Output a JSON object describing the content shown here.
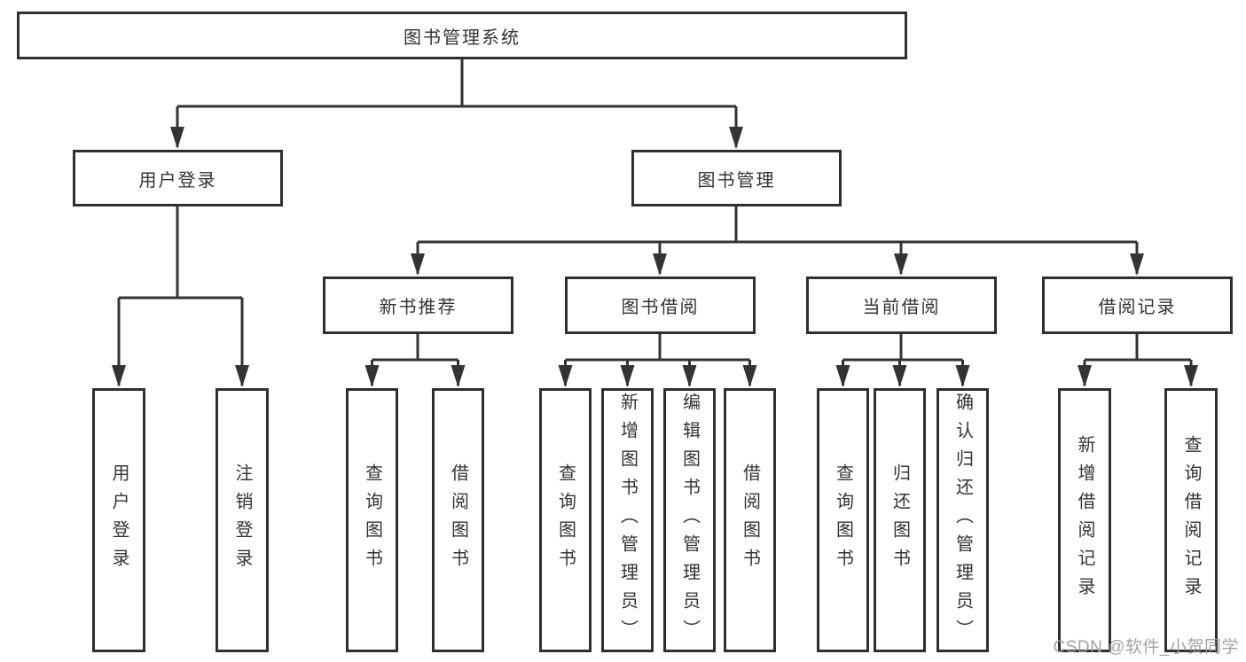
{
  "diagram": {
    "root": "图书管理系统",
    "level2": [
      {
        "label": "用户登录"
      },
      {
        "label": "图书管理"
      }
    ],
    "level3": [
      {
        "label": "新书推荐"
      },
      {
        "label": "图书借阅"
      },
      {
        "label": "当前借阅"
      },
      {
        "label": "借阅记录"
      }
    ],
    "leaves": {
      "user_login": [
        "用户登录",
        "注销登录"
      ],
      "new_books": [
        "查询图书",
        "借阅图书"
      ],
      "book_borrow": [
        "查询图书",
        "新增图书（管理员）",
        "编辑图书（管理员）",
        "借阅图书"
      ],
      "current_borrow": [
        "查询图书",
        "归还图书",
        "确认归还（管理员）"
      ],
      "borrow_records": [
        "新增借阅记录",
        "查询借阅记录"
      ]
    },
    "line_color": "#333333",
    "box_border_color": "#2f2f2f"
  },
  "watermark": {
    "text": "CSDN @软件_小贺同学",
    "color": "#9e9e9e"
  }
}
